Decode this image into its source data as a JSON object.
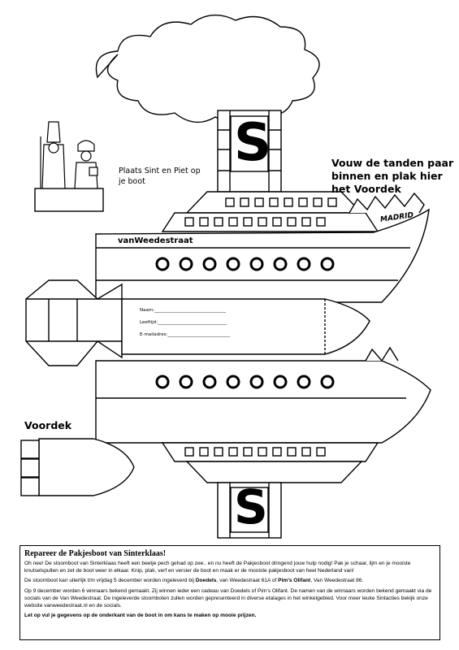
{
  "notes": {
    "place_sint_piet": "Plaats Sint en Piet op je boot",
    "fold_teeth": "Vouw de tanden paar binnen en plak hier het Voordek",
    "voordek": "Voordek"
  },
  "boat": {
    "name": "MADRID",
    "logo": "vanWeedestraat",
    "funnel_letter": "S"
  },
  "form": {
    "naam": "Naam:________________________________",
    "leeftijd": "Leeftijd:_______________________________",
    "email": "E-mailadres:____________________________"
  },
  "info": {
    "title": "Repareer de Pakjesboot van Sinterklaas!",
    "p1": "Oh nee! De stoomboot van Sinterklaas heeft een beetje pech gehad op zee.. en nu heeft de Pakjesboot dringend jouw hulp nodig! Pak je schaar, lijm en je mooiste knutselspullen en zet de boot weer in elkaar. Knip, plak, verf en versier de boot  en maak er de mooiste pakjesboot van heel Nederland van!",
    "p2_pre": "De stoomboot kan uiterlijk t/m vrijdag 5 december worden ingeleverd bij ",
    "p2_b1": "Doedels",
    "p2_mid": ", van Weedestraat 61A of ",
    "p2_b2": "Pim’s Olifant",
    "p2_post": ", Van Weedestraat 86.",
    "p3": "Op 9 december worden 6 winnaars bekend gemaakt. Zij winnen ieder een cadeau van Doedels of Pim’s Olifant. De namen van de winnaars worden bekend gemaakt via de socials van de Van Weedestraat. De ingeleverde stoomboten zullen worden gepresenteerd in diverse etalages in het winkelgebied. Voor meer leuke Sintacties bekijk onze website vanweedestraat.nl en de socials.",
    "p4": "Let op vul je gegevens op de onderkant van de boot in om kans te maken op mooie prijzen."
  }
}
